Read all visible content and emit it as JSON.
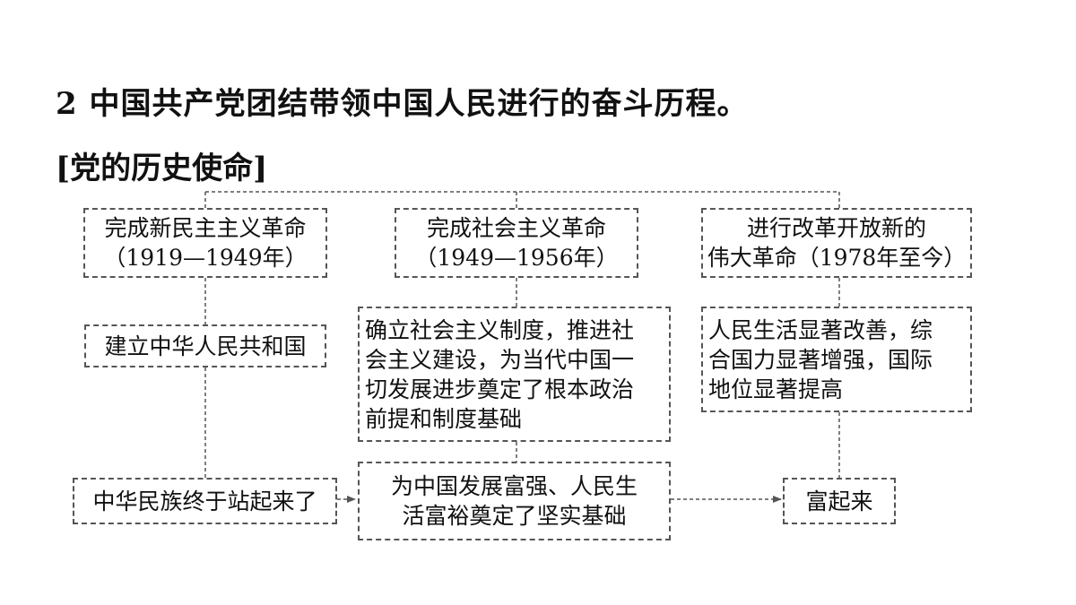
{
  "heading": "2 中国共产党团结带领中国人民进行的奋斗历程。",
  "subheading": "[党的历史使命]",
  "columns": [
    {
      "era": [
        "完成新民主主义革命",
        "（1919—1949年）"
      ],
      "achievement": [
        "建立中华人民共和国"
      ],
      "result": [
        "中华民族终于站起来了"
      ]
    },
    {
      "era": [
        "完成社会主义革命",
        "（1949—1956年）"
      ],
      "achievement": [
        "确立社会主义制度，推进社",
        "会主义建设，为当代中国一",
        "切发展进步奠定了根本政治",
        "前提和制度基础"
      ],
      "result": [
        "为中国发展富强、人民生",
        "活富裕奠定了坚实基础"
      ]
    },
    {
      "era": [
        "进行改革开放新的",
        "伟大革命（1978年至今）"
      ],
      "achievement": [
        "人民生活显著改善，综",
        "合国力显著增强，国际",
        "地位显著提高"
      ],
      "result": [
        "富起来"
      ]
    }
  ]
}
